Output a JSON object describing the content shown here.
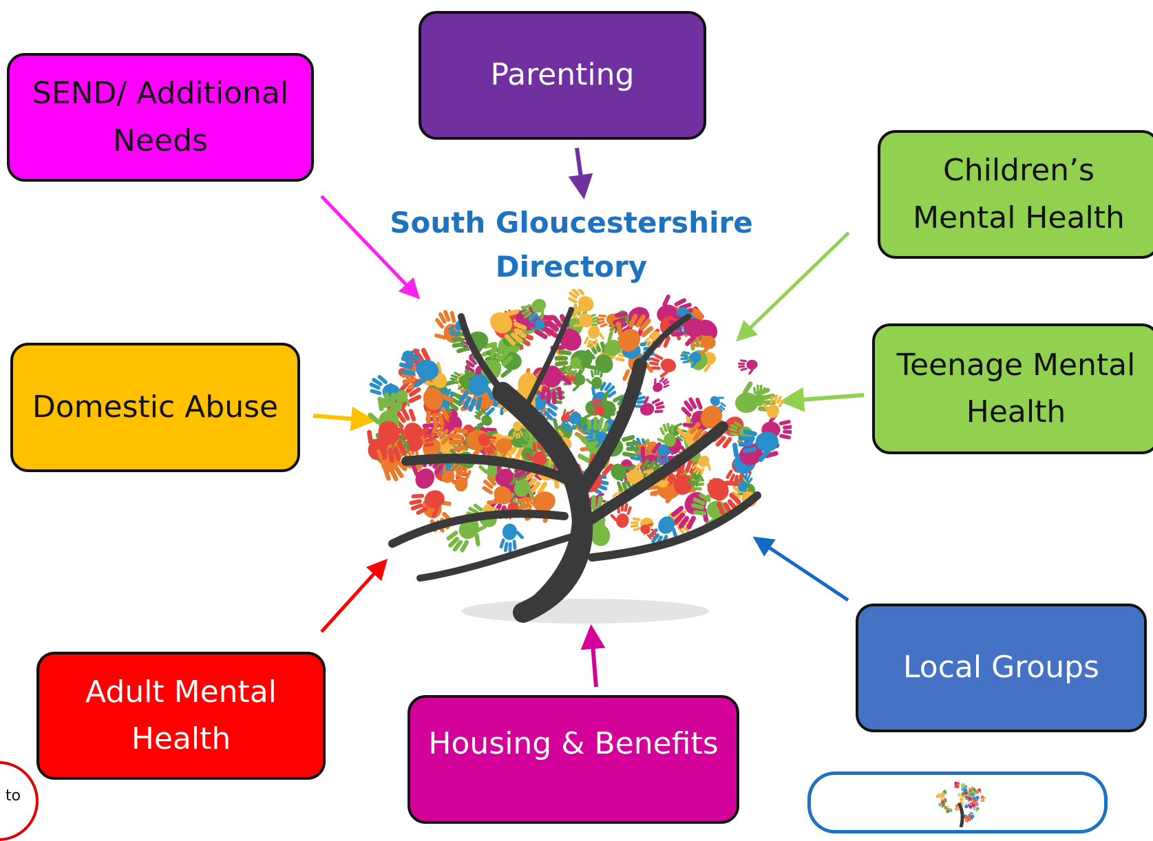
{
  "title": {
    "line1": "South Gloucestershire",
    "line2": "Directory"
  },
  "categories": {
    "parenting": {
      "line1": "Parenting",
      "color": "#7030a0",
      "arrow_color": "#7030a0"
    },
    "send": {
      "line1": "SEND/ Additional",
      "line2": "Needs",
      "color": "#ff00ff",
      "arrow_color": "#ff22ee"
    },
    "children": {
      "line1": "Children’s",
      "line2": "Mental Health",
      "color": "#92d050",
      "arrow_color": "#92d050"
    },
    "domestic": {
      "line1": "Domestic Abuse",
      "color": "#ffc000",
      "arrow_color": "#ffc000"
    },
    "teenage": {
      "line1": "Teenage Mental",
      "line2": "Health",
      "color": "#92d050",
      "arrow_color": "#92d050"
    },
    "local": {
      "line1": "Local Groups",
      "color": "#4472c4",
      "arrow_color": "#1569c7"
    },
    "adult": {
      "line1": "Adult Mental",
      "line2": "Health",
      "color": "#ff0000",
      "arrow_color": "#ff0000"
    },
    "housing": {
      "line1": "Housing & Benefits",
      "color": "#d4009a",
      "arrow_color": "#d4009a"
    }
  },
  "badge": {
    "text": "to"
  },
  "tree": {
    "icon": "hand-print-tree",
    "trunk_color": "#3a3a3a",
    "hand_colors": [
      "#e8453c",
      "#2a8fc9",
      "#f4b63f",
      "#5a9e3a",
      "#c7277a",
      "#79b843",
      "#e97b2a"
    ]
  },
  "logo": {
    "icon": "small-hand-tree-logo",
    "border_color": "#1d72c2"
  }
}
